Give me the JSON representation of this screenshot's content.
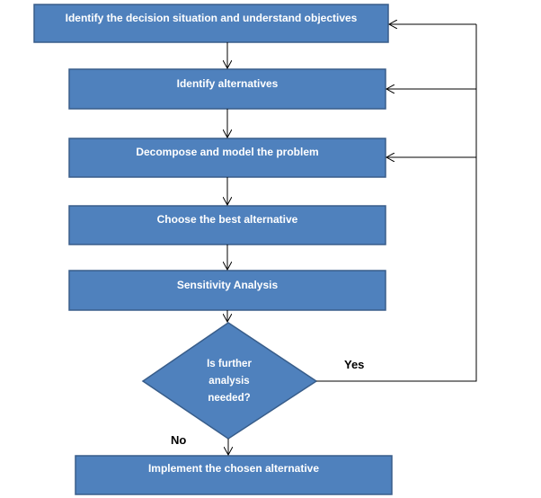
{
  "flowchart": {
    "steps": [
      "Identify the decision situation and understand objectives",
      "Identify alternatives",
      "Decompose and model the problem",
      "Choose the best alternative",
      "Sensitivity Analysis"
    ],
    "decision": {
      "line1": "Is further",
      "line2": "analysis",
      "line3": "needed?"
    },
    "yes_label": "Yes",
    "no_label": "No",
    "final_step": "Implement the chosen alternative"
  },
  "colors": {
    "box_fill": "#4f81bd",
    "box_border": "#385d8a",
    "connector": "#000000"
  }
}
